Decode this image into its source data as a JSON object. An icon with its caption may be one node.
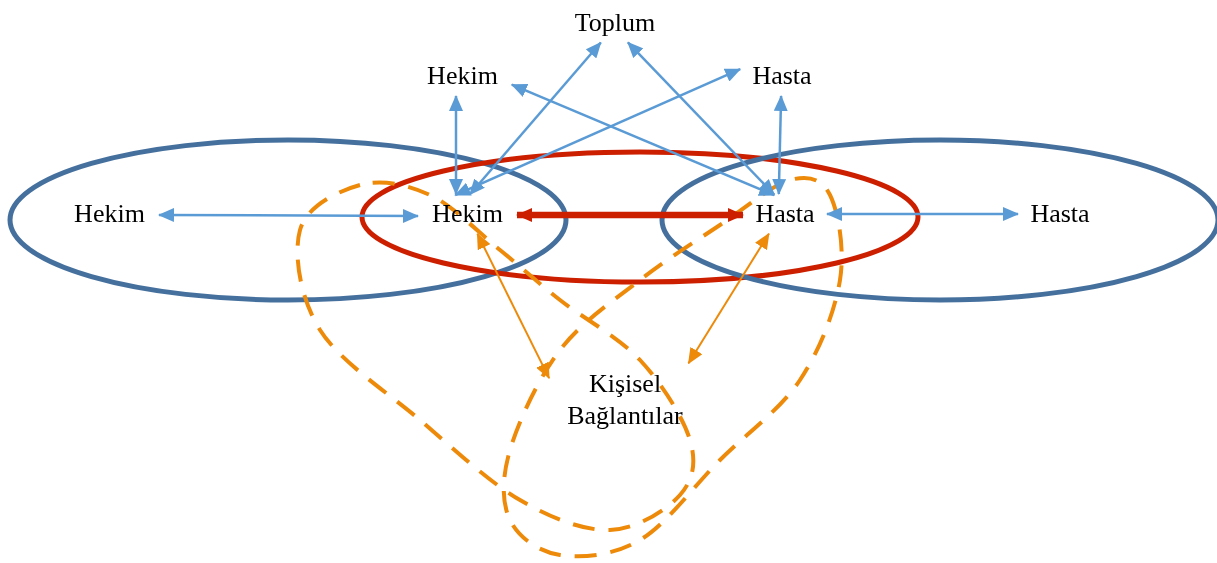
{
  "diagram": {
    "nodes": [
      {
        "text": [
          "Toplum"
        ]
      },
      {
        "text": [
          "Hekim"
        ]
      },
      {
        "text": [
          "Hasta"
        ]
      },
      {
        "text": [
          "Hekim"
        ]
      },
      {
        "text": [
          "Hekim"
        ]
      },
      {
        "text": [
          "Hasta"
        ]
      },
      {
        "text": [
          "Hasta"
        ]
      },
      {
        "text": [
          "Kişisel Bağlantılar"
        ]
      }
    ],
    "edges": [
      {
        "from": 3,
        "to": 4,
        "arrow": "both"
      },
      {
        "from": 4,
        "to": 5,
        "arrow": "both",
        "style": "thick",
        "color": "#cc1f00"
      },
      {
        "from": 5,
        "to": 6,
        "arrow": "both"
      },
      {
        "from": 1,
        "to": 4,
        "arrow": "both"
      },
      {
        "from": 4,
        "to": 0,
        "arrow": "both"
      },
      {
        "from": 4,
        "to": 2,
        "arrow": "both"
      },
      {
        "from": 1,
        "to": 5,
        "arrow": "both"
      },
      {
        "from": 0,
        "to": 5,
        "arrow": "both"
      },
      {
        "from": 2,
        "to": 5,
        "arrow": "both"
      },
      {
        "from": 4,
        "to": 7,
        "arrow": "both",
        "color": "#ed8a0a"
      },
      {
        "from": 5,
        "to": 7,
        "arrow": "both",
        "color": "#ed8a0a"
      }
    ]
  }
}
